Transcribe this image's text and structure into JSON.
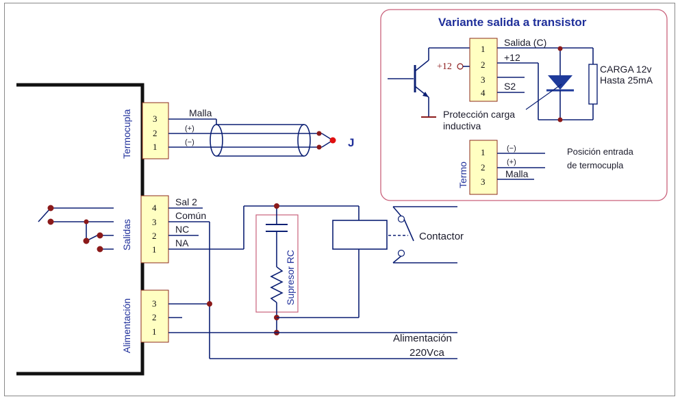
{
  "variant": {
    "title": "Variante salida a transistor",
    "plus12_source": "+12",
    "pins": [
      "1",
      "2",
      "3",
      "4"
    ],
    "salida_label": "Salida (C)",
    "plus12_label": "+12",
    "s2_label": "S2",
    "carga_label": "CARGA 12v",
    "hasta_label": "Hasta 25mA",
    "proteccion_label_1": "Protección carga",
    "proteccion_label_2": "inductiva",
    "termo_label": "Termo",
    "termo_pins": [
      "1",
      "2",
      "3"
    ],
    "termo_minus": "(−)",
    "termo_plus": "(+)",
    "termo_malla": "Malla",
    "posicion_label_1": "Posición entrada",
    "posicion_label_2": "de termocupla"
  },
  "termocupla": {
    "label": "Termocupla",
    "pins": [
      "3",
      "2",
      "1"
    ],
    "malla": "Malla",
    "plus": "(+)",
    "minus": "(−)",
    "junction": "J"
  },
  "salidas": {
    "label": "Salidas",
    "pins": [
      "4",
      "3",
      "2",
      "1"
    ],
    "sal2": "Sal 2",
    "comun": "Común",
    "nc": "NC",
    "na": "NA"
  },
  "alimentacion": {
    "label": "Alimentación",
    "pins": [
      "3",
      "2",
      "1"
    ],
    "supply_1": "Alimentación",
    "supply_2": "220Vca"
  },
  "supresor_label": "Supresor RC",
  "contactor_label": "Contactor",
  "colors": {
    "wire": "#0b1f73",
    "terminal_fill": "#ffffc2",
    "terminal_border": "#8b2a1a",
    "node": "#8b1a1a",
    "box_border": "#c9607a",
    "j_dot": "#e01010",
    "bracket": "#111111"
  }
}
